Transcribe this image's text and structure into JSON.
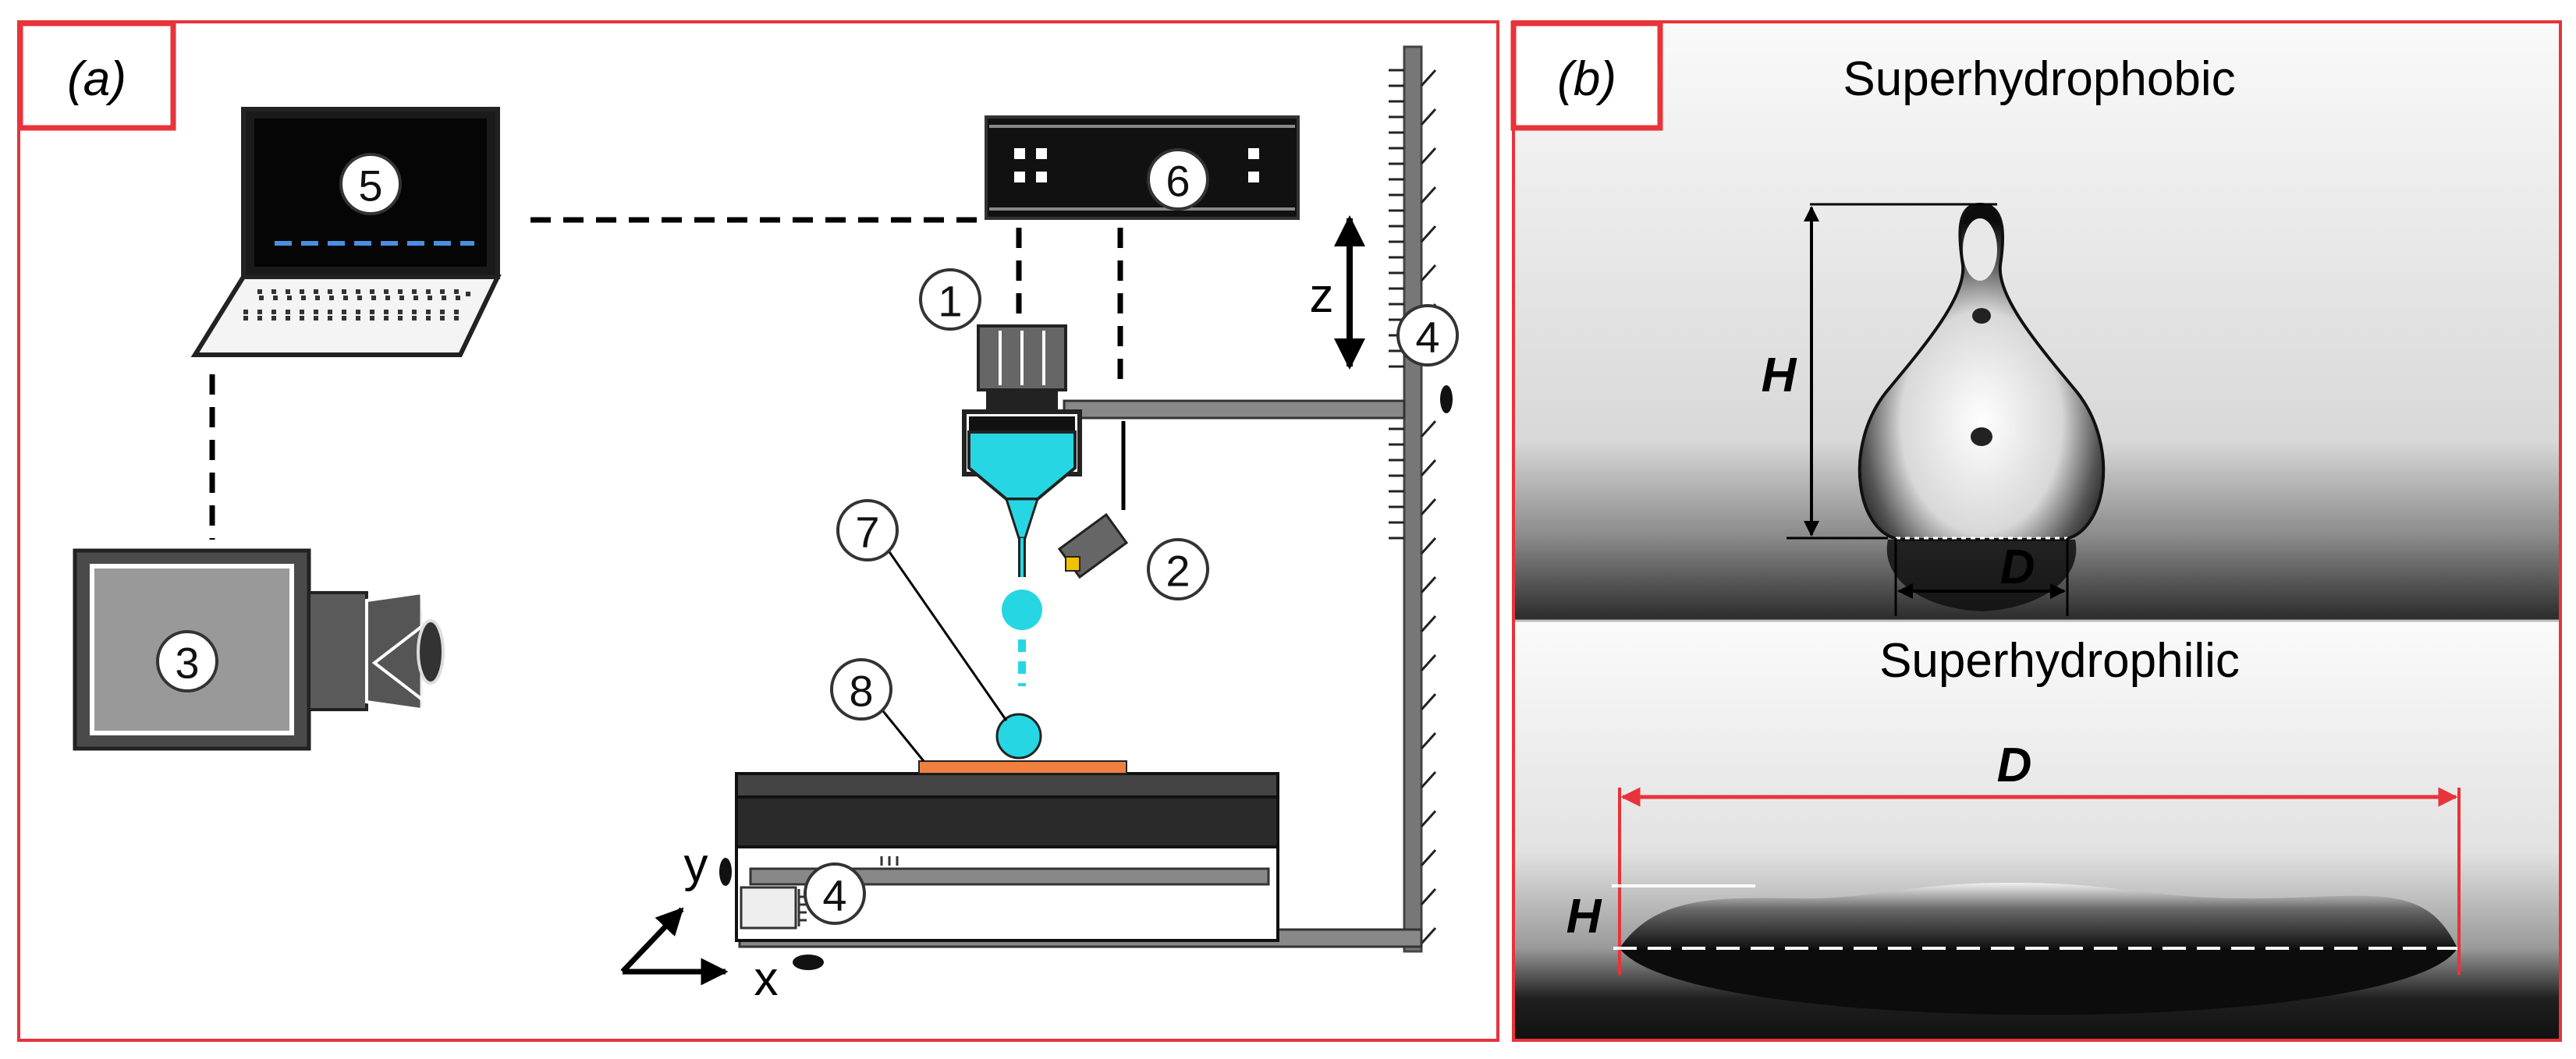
{
  "panel_a": {
    "label": "(a)",
    "numbers": {
      "n1": "1",
      "n2": "2",
      "n3": "3",
      "n4_top": "4",
      "n4_bottom": "4",
      "n5": "5",
      "n6": "6",
      "n7": "7",
      "n8": "8"
    },
    "axes": {
      "z": "z",
      "y": "y",
      "x": "x"
    }
  },
  "panel_b": {
    "label": "(b)",
    "top_title": "Superhydrophobic",
    "bottom_title": "Superhydrophilic",
    "top_h": "H",
    "top_d": "D",
    "bottom_h": "H",
    "bottom_d": "D"
  },
  "colors": {
    "frame": "#e8333a",
    "water": "#26d7e3",
    "substrate": "#f08040",
    "dash_blue": "#4a8fe0"
  }
}
